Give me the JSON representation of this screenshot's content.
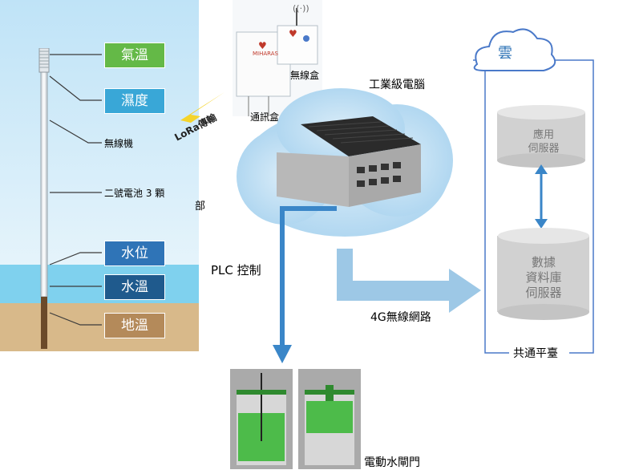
{
  "sensor": {
    "labels": {
      "air_temp": "氣溫",
      "humidity": "濕度",
      "wireless": "無線機",
      "battery": "二號電池 3 顆",
      "water_level": "水位",
      "water_temp": "水溫",
      "ground_temp": "地溫"
    },
    "side_char": "部"
  },
  "devices": {
    "lora": "LoRa傳輸",
    "wireless_box": "無線盒",
    "comm_box": "通訊盒",
    "brand": "MIHARAS",
    "industrial_pc": "工業級電腦",
    "plc": "PLC 控制",
    "network": "4G無線網路",
    "gate": "電動水閘門"
  },
  "cloud": {
    "label": "雲",
    "app_server": "應用\n伺服器",
    "db_server": "數據\n資料庫\n伺服器",
    "platform": "共通平臺"
  },
  "colors": {
    "green": "#64b947",
    "sky_blue": "#39a7d7",
    "blue": "#2f74b7",
    "navy": "#1f5a8d",
    "brown": "#b48a5a",
    "arrow_blue": "#3a86c8"
  }
}
